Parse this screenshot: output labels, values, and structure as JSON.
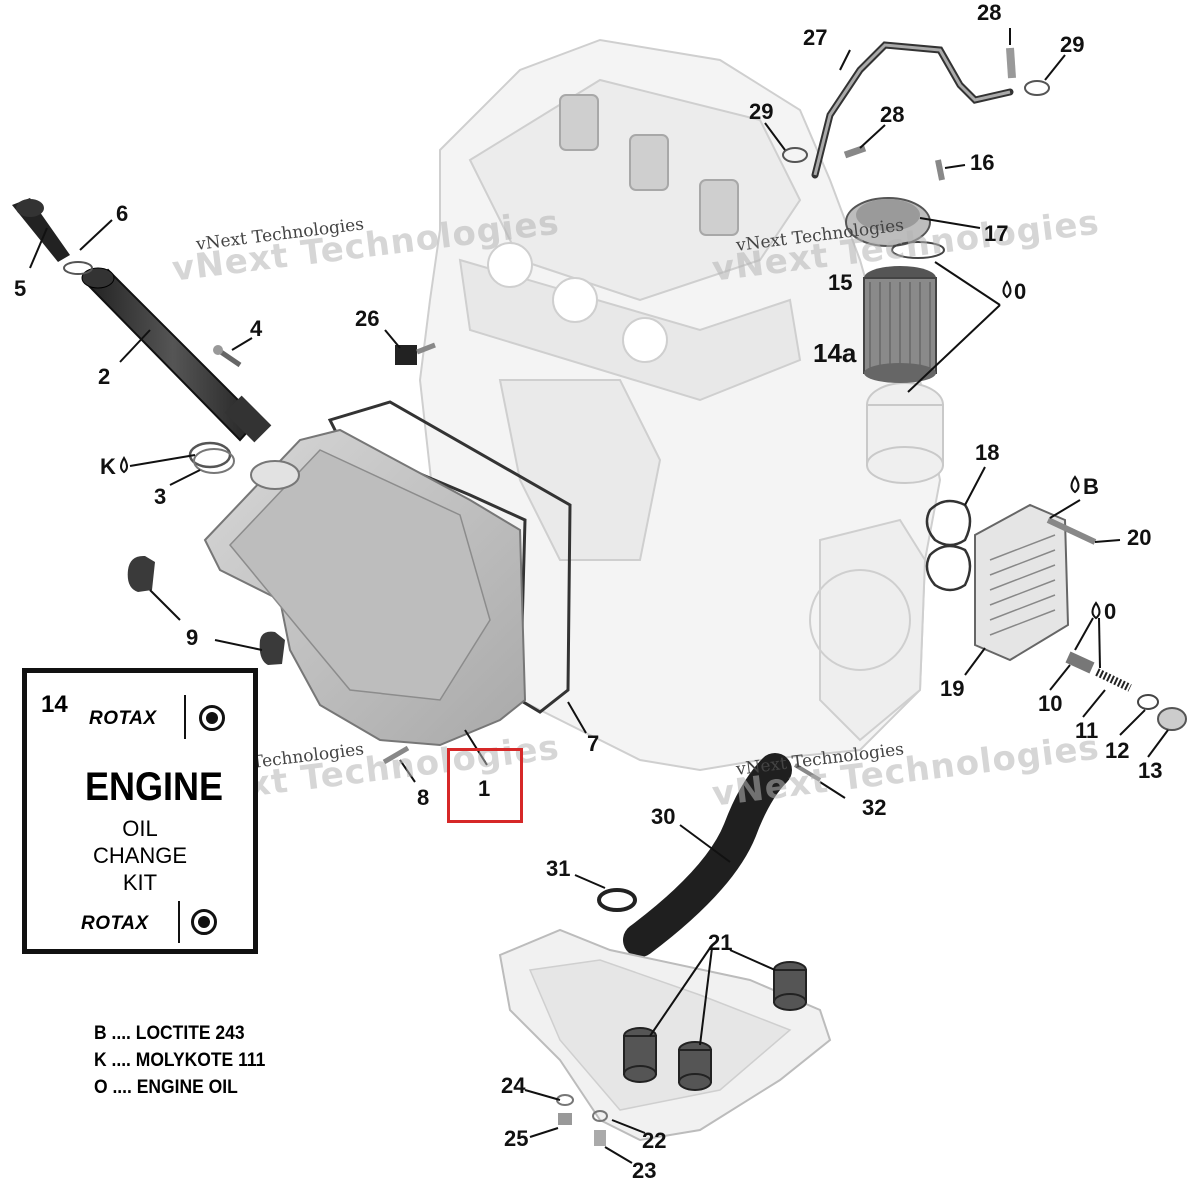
{
  "diagram": {
    "labels": [
      "1",
      "2",
      "3",
      "4",
      "5",
      "6",
      "7",
      "8",
      "9",
      "10",
      "11",
      "12",
      "13",
      "14a",
      "15",
      "16",
      "17",
      "18",
      "19",
      "20",
      "21",
      "22",
      "23",
      "24",
      "25",
      "26",
      "27",
      "28",
      "28",
      "29",
      "29",
      "30",
      "31",
      "32"
    ],
    "callout_tags": {
      "k_drop": "K",
      "b_drop": "B",
      "o_drop_top": "0",
      "o_drop_right": "0"
    },
    "highlighted_part": "1",
    "highlight_color": "#d62828"
  },
  "kit": {
    "number": "14",
    "brand_top": "ROTAX",
    "brand_bottom": "ROTAX",
    "title": "ENGINE",
    "line1": "OIL",
    "line2": "CHANGE",
    "line3": "KIT"
  },
  "legend": {
    "b": "B .... LOCTITE 243",
    "k": "K .... MOLYKOTE 111",
    "o": "O .... ENGINE OIL"
  },
  "watermark": {
    "text": "vNext Technologies",
    "big_text": "vNext Technologies"
  }
}
